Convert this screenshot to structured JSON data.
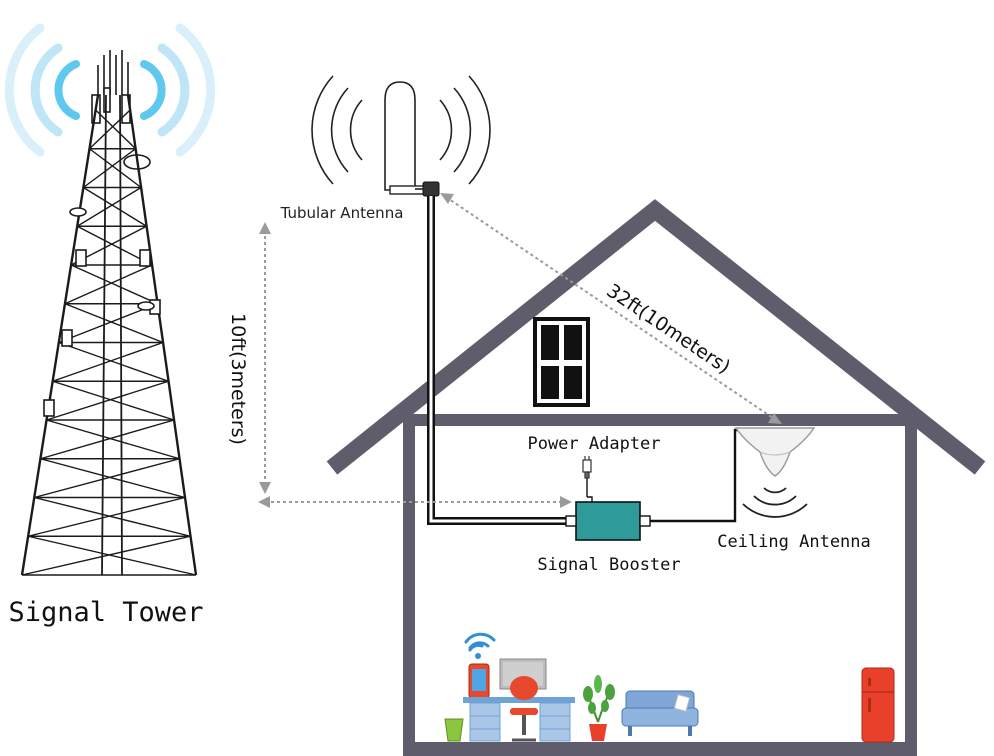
{
  "labels": {
    "signal_tower": "Signal Tower",
    "tubular_antenna": "Tubular Antenna",
    "height_dimension": "10ft(3meters)",
    "distance_dimension": "32ft(10meters)",
    "power_adapter": "Power Adapter",
    "signal_booster": "Signal Booster",
    "ceiling_antenna": "Ceiling Antenna"
  },
  "colors": {
    "signal_waves": "#5ec8ef",
    "house_outline": "#5f5d6c",
    "booster": "#2e9a9a",
    "cable": "#111111",
    "dimension_line": "#9a9a9a",
    "chair": "#e8482b",
    "fridge": "#e8402a",
    "sofa": "#7fa6d6",
    "desk": "#a9c6e6",
    "plant": "#4aa33c",
    "bin": "#8cc63f",
    "phone": "#e8482b"
  },
  "icons": [
    "signal-tower-icon",
    "tubular-antenna-icon",
    "wifi-icon",
    "window-icon",
    "ceiling-antenna-icon",
    "power-adapter-icon",
    "signal-booster-icon",
    "phone-icon",
    "monitor-icon",
    "chair-icon",
    "desk-icon",
    "plant-icon",
    "sofa-icon",
    "fridge-icon",
    "trash-bin-icon"
  ]
}
